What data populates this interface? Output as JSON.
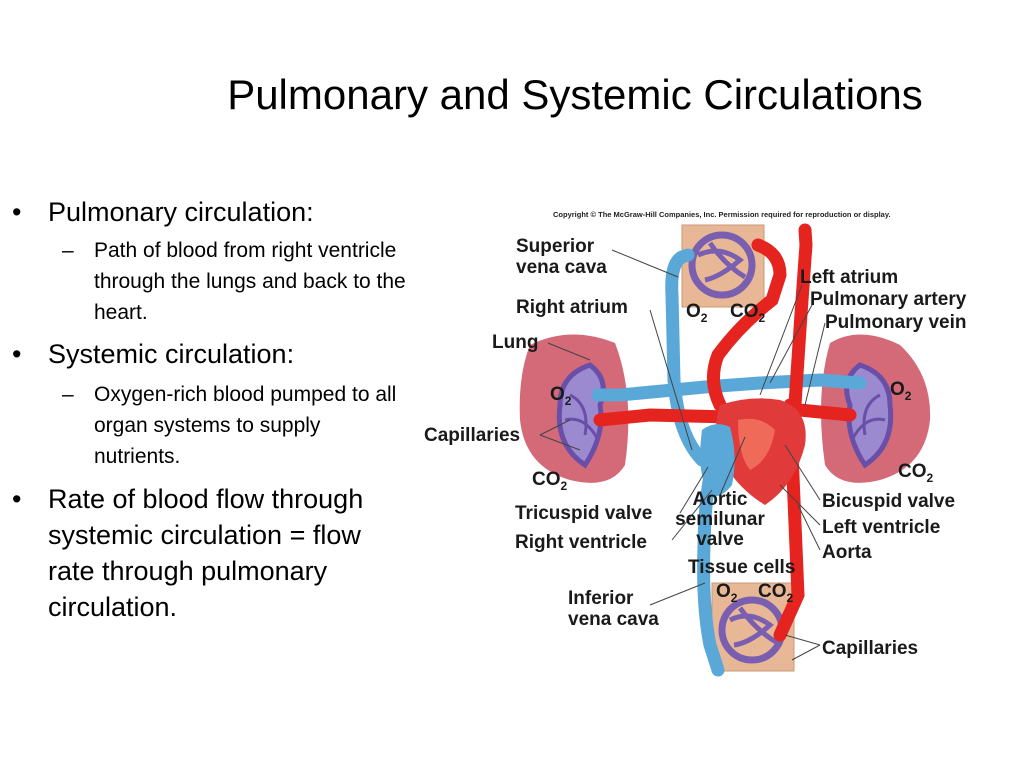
{
  "slide": {
    "title": "Pulmonary and Systemic Circulations",
    "bullets": [
      {
        "text": "Pulmonary circulation:",
        "sub": "Path of blood from right ventricle through the lungs and back to the heart."
      },
      {
        "text": "Systemic circulation:",
        "sub": "Oxygen-rich blood pumped to all organ systems to supply nutrients."
      },
      {
        "text": "Rate of blood flow through systemic circulation = flow rate through pulmonary circulation."
      }
    ],
    "bullet_glyph": "•",
    "dash_glyph": "–"
  },
  "diagram": {
    "copyright": "Copyright © The McGraw-Hill Companies, Inc. Permission required for reproduction or display.",
    "labels": {
      "superior_vena_cava_1": "Superior",
      "superior_vena_cava_2": "vena cava",
      "right_atrium": "Right atrium",
      "lung": "Lung",
      "capillaries_left": "Capillaries",
      "tricuspid_valve": "Tricuspid valve",
      "right_ventricle": "Right ventricle",
      "inferior_vena_cava_1": "Inferior",
      "inferior_vena_cava_2": "vena cava",
      "left_atrium": "Left atrium",
      "pulmonary_artery": "Pulmonary artery",
      "pulmonary_vein": "Pulmonary vein",
      "bicuspid_valve": "Bicuspid valve",
      "left_ventricle": "Left ventricle",
      "aorta": "Aorta",
      "aortic_valve_1": "Aortic",
      "aortic_valve_2": "semilunar",
      "aortic_valve_3": "valve",
      "tissue_cells": "Tissue cells",
      "capillaries_bottom": "Capillaries"
    },
    "gas_labels": {
      "o2": "O",
      "co2": "CO",
      "sub": "2"
    },
    "colors": {
      "oxygenated": "#e52420",
      "deoxygenated": "#5aa8d8",
      "capillary": "#7a5fb0",
      "tissue": "#e8b896",
      "lung": "#d46a78"
    }
  }
}
